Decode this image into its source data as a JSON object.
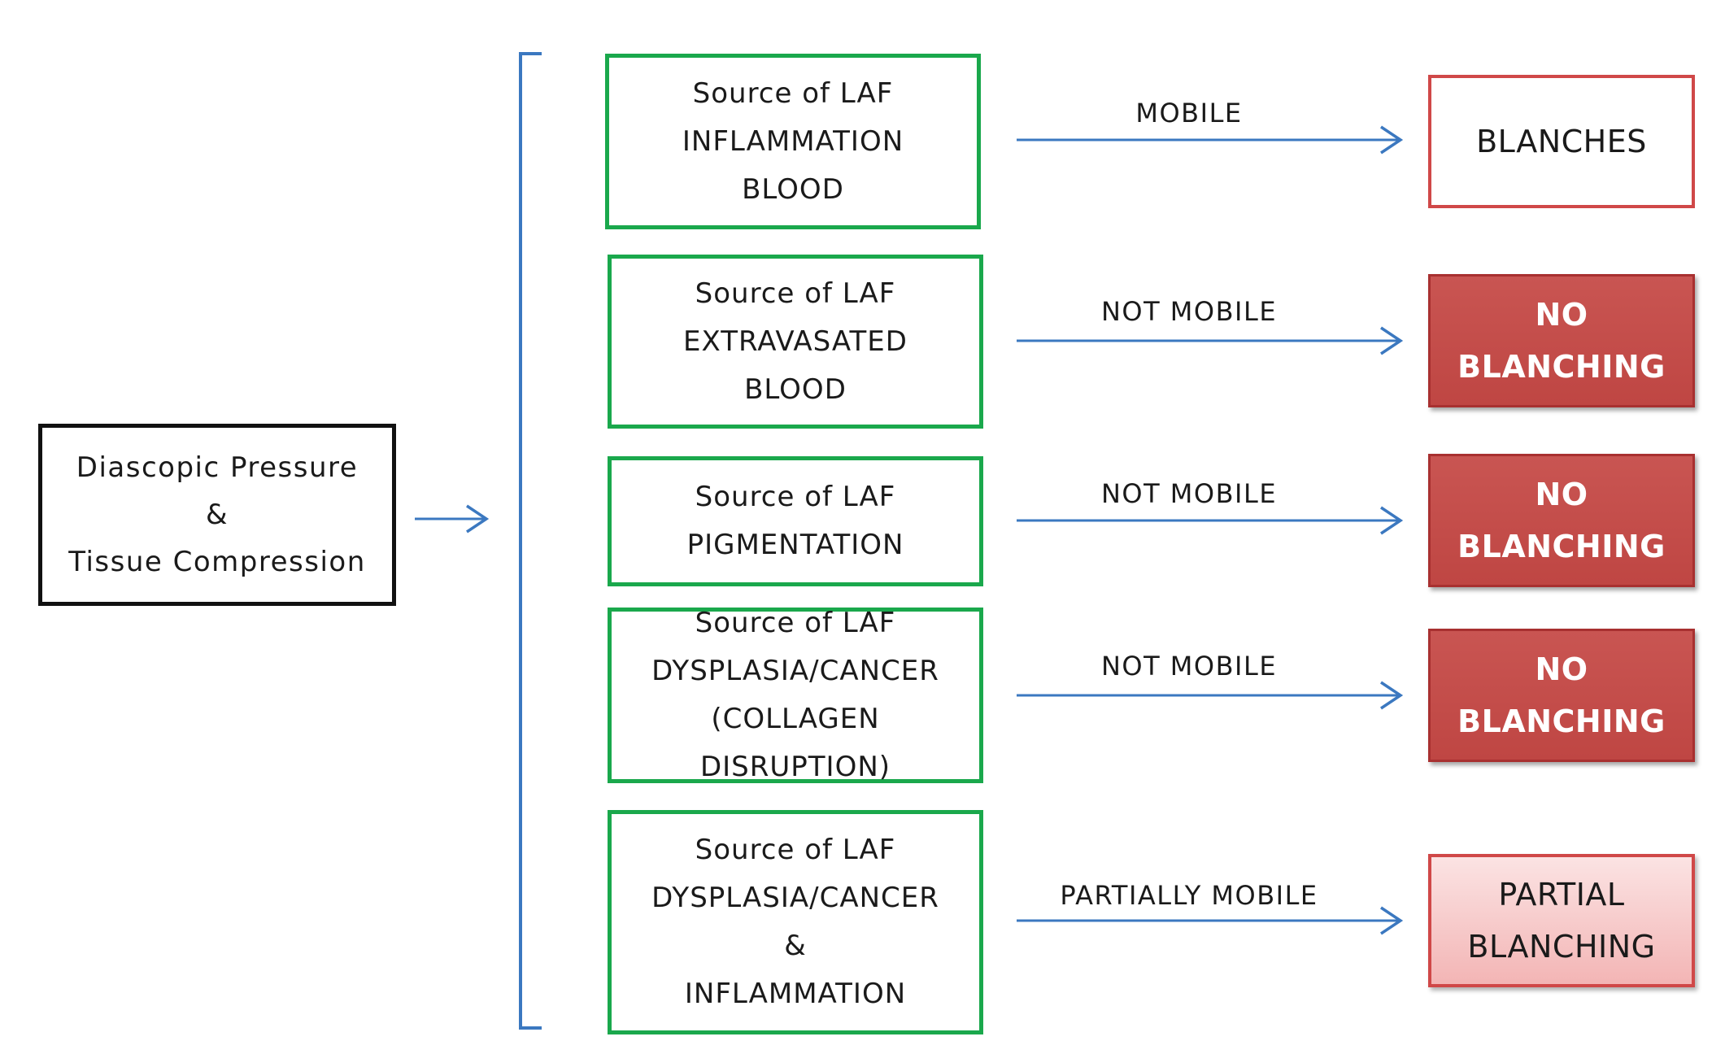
{
  "start": {
    "lines": [
      "Diascopic Pressure",
      "&",
      "Tissue Compression"
    ]
  },
  "rows": [
    {
      "source": [
        "Source of LAF",
        "INFLAMMATION",
        "BLOOD"
      ],
      "mobility": "MOBILE",
      "result": [
        "BLANCHES"
      ],
      "result_style": "outline"
    },
    {
      "source": [
        "Source of LAF",
        "EXTRAVASATED",
        "BLOOD"
      ],
      "mobility": "NOT MOBILE",
      "result": [
        "NO",
        "BLANCHING"
      ],
      "result_style": "solid"
    },
    {
      "source": [
        "Source of LAF",
        "PIGMENTATION"
      ],
      "mobility": "NOT MOBILE",
      "result": [
        "NO",
        "BLANCHING"
      ],
      "result_style": "solid"
    },
    {
      "source": [
        "Source of LAF",
        "DYSPLASIA/CANCER",
        "(COLLAGEN DISRUPTION)"
      ],
      "mobility": "NOT MOBILE",
      "result": [
        "NO",
        "BLANCHING"
      ],
      "result_style": "solid"
    },
    {
      "source": [
        "Source of LAF",
        "DYSPLASIA/CANCER",
        "&",
        "INFLAMMATION"
      ],
      "mobility": "PARTIALLY MOBILE",
      "result": [
        "PARTIAL",
        "BLANCHING"
      ],
      "result_style": "light"
    }
  ],
  "colors": {
    "arrow": "#3b78c0",
    "source_border": "#1aa84c",
    "result_red": "#c24a47",
    "result_light": "#f6c9c9"
  }
}
